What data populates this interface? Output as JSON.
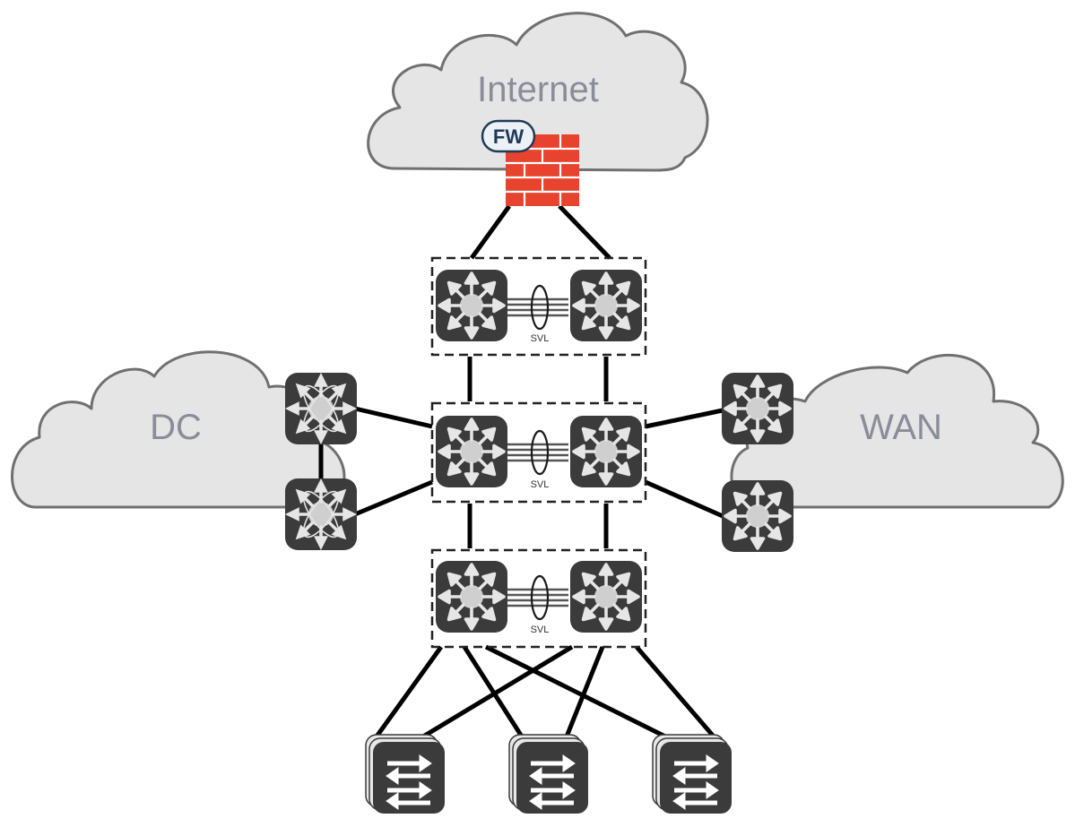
{
  "clouds": {
    "internet": "Internet",
    "dc": "DC",
    "wan": "WAN"
  },
  "firewall": {
    "badge": "FW",
    "brick_color": "#e8432e"
  },
  "pairs": {
    "top": {
      "link_label": "SVL"
    },
    "middle": {
      "link_label": "SVL"
    },
    "bottom": {
      "link_label": "SVL"
    }
  },
  "icons": {
    "switch": "layer3-switch-icon",
    "dc_switch": "multilayer-switch-icon",
    "access_stack": "layer2-switch-stack-icon"
  },
  "colors": {
    "device": "#3b3b3b",
    "cloud_fill": "#e5e5e6",
    "cloud_stroke": "#707070",
    "cloud_text": "#8a8d99"
  }
}
